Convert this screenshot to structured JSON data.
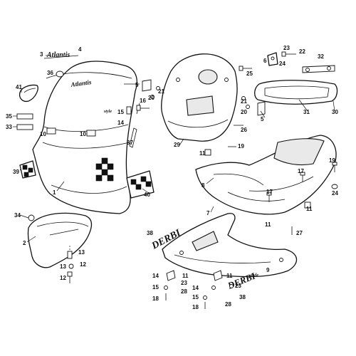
{
  "diagram": {
    "callouts": [
      {
        "id": "c1",
        "label": "1"
      },
      {
        "id": "c2",
        "label": "2"
      },
      {
        "id": "c3",
        "label": "3"
      },
      {
        "id": "c4",
        "label": "4"
      },
      {
        "id": "c5a",
        "label": "5"
      },
      {
        "id": "c5b",
        "label": "5"
      },
      {
        "id": "c6",
        "label": "6"
      },
      {
        "id": "c7",
        "label": "7"
      },
      {
        "id": "c8",
        "label": "8"
      },
      {
        "id": "c9",
        "label": "9"
      },
      {
        "id": "c10a",
        "label": "10"
      },
      {
        "id": "c10b",
        "label": "10"
      },
      {
        "id": "c11a",
        "label": "11"
      },
      {
        "id": "c11b",
        "label": "11"
      },
      {
        "id": "c11c",
        "label": "11"
      },
      {
        "id": "c11d",
        "label": "11"
      },
      {
        "id": "c11e",
        "label": "11"
      },
      {
        "id": "c12",
        "label": "12"
      },
      {
        "id": "c13a",
        "label": "13"
      },
      {
        "id": "c13b",
        "label": "13"
      },
      {
        "id": "c12b",
        "label": "12"
      },
      {
        "id": "c14a",
        "label": "14"
      },
      {
        "id": "c14b",
        "label": "14"
      },
      {
        "id": "c14c",
        "label": "14"
      },
      {
        "id": "c15a",
        "label": "15"
      },
      {
        "id": "c15b",
        "label": "15"
      },
      {
        "id": "c15c",
        "label": "15"
      },
      {
        "id": "c16",
        "label": "16"
      },
      {
        "id": "c17a",
        "label": "17"
      },
      {
        "id": "c17b",
        "label": "17"
      },
      {
        "id": "c18a",
        "label": "18"
      },
      {
        "id": "c18b",
        "label": "18"
      },
      {
        "id": "c19a",
        "label": "19"
      },
      {
        "id": "c19b",
        "label": "19"
      },
      {
        "id": "c20a",
        "label": "20"
      },
      {
        "id": "c20b",
        "label": "20"
      },
      {
        "id": "c21a",
        "label": "21"
      },
      {
        "id": "c21b",
        "label": "21"
      },
      {
        "id": "c22",
        "label": "22"
      },
      {
        "id": "c23a",
        "label": "23"
      },
      {
        "id": "c23b",
        "label": "23"
      },
      {
        "id": "c23c",
        "label": "23"
      },
      {
        "id": "c24a",
        "label": "24"
      },
      {
        "id": "c24b",
        "label": "24"
      },
      {
        "id": "c25",
        "label": "25"
      },
      {
        "id": "c26",
        "label": "26"
      },
      {
        "id": "c27",
        "label": "27"
      },
      {
        "id": "c28a",
        "label": "28"
      },
      {
        "id": "c28b",
        "label": "28"
      },
      {
        "id": "c29",
        "label": "29"
      },
      {
        "id": "c30",
        "label": "30"
      },
      {
        "id": "c31",
        "label": "31"
      },
      {
        "id": "c32",
        "label": "32"
      },
      {
        "id": "c33",
        "label": "33"
      },
      {
        "id": "c34",
        "label": "34"
      },
      {
        "id": "c35",
        "label": "35"
      },
      {
        "id": "c36",
        "label": "36"
      },
      {
        "id": "c37",
        "label": "37"
      },
      {
        "id": "c38a",
        "label": "38"
      },
      {
        "id": "c38b",
        "label": "38"
      },
      {
        "id": "c39",
        "label": "39"
      },
      {
        "id": "c40",
        "label": "40"
      },
      {
        "id": "c41",
        "label": "41"
      }
    ]
  }
}
